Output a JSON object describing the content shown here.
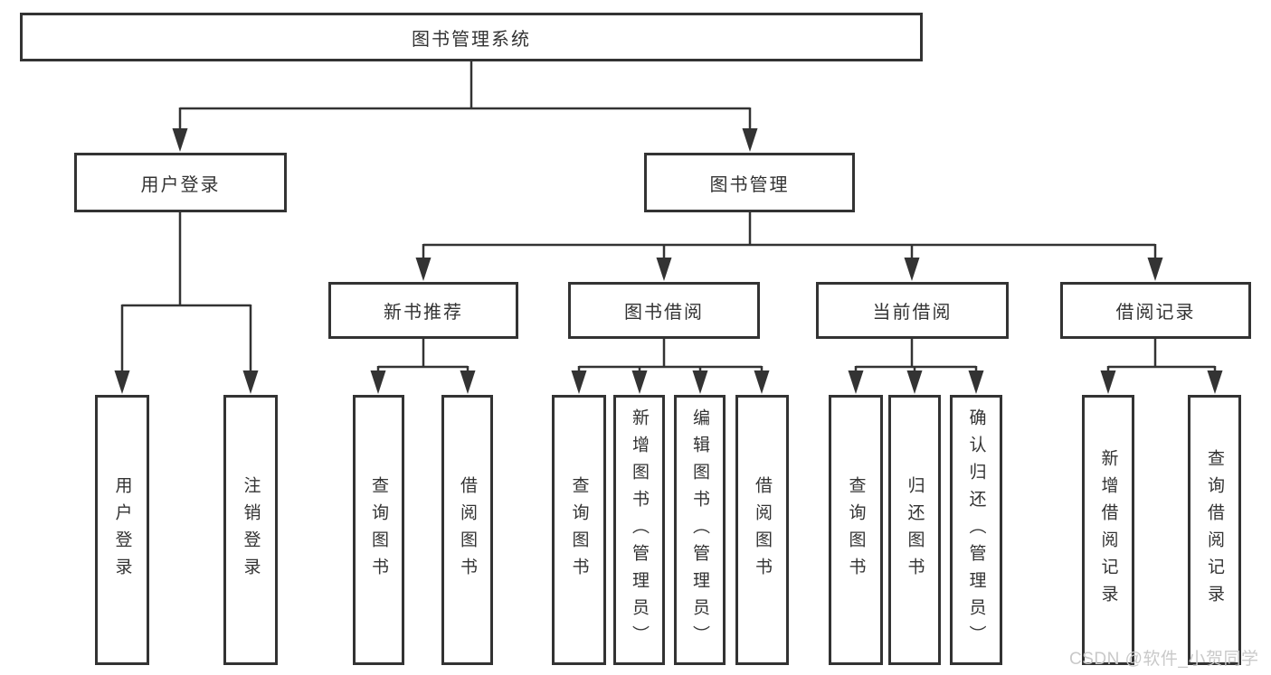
{
  "diagram": {
    "title": "图书管理系统",
    "branches": [
      {
        "label": "用户登录",
        "children": [
          {
            "label": "用户登录"
          },
          {
            "label": "注销登录"
          }
        ]
      },
      {
        "label": "图书管理",
        "children": [
          {
            "label": "新书推荐",
            "children": [
              {
                "label": "查询图书"
              },
              {
                "label": "借阅图书"
              }
            ]
          },
          {
            "label": "图书借阅",
            "children": [
              {
                "label": "查询图书"
              },
              {
                "label": "新增图书（管理员）"
              },
              {
                "label": "编辑图书（管理员）"
              },
              {
                "label": "借阅图书"
              }
            ]
          },
          {
            "label": "当前借阅",
            "children": [
              {
                "label": "查询图书"
              },
              {
                "label": "归还图书"
              },
              {
                "label": "确认归还（管理员）"
              }
            ]
          },
          {
            "label": "借阅记录",
            "children": [
              {
                "label": "新增借阅记录"
              },
              {
                "label": "查询借阅记录"
              }
            ]
          }
        ]
      }
    ]
  },
  "watermark": {
    "text": "CSDN @软件_小贺同学"
  },
  "colors": {
    "line": "#333333",
    "box_border": "#333333",
    "text": "#333333",
    "watermark": "#c9c9c9",
    "background": "#ffffff"
  }
}
